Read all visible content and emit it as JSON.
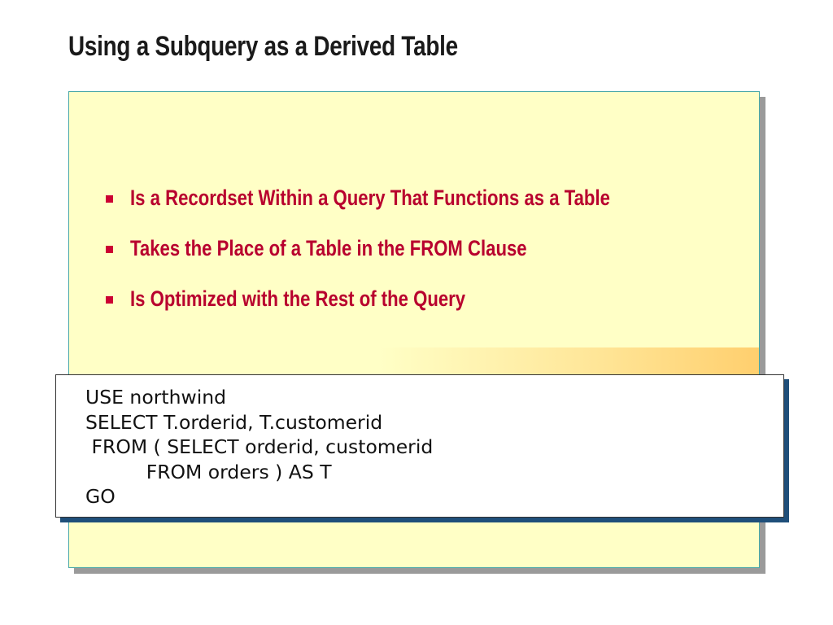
{
  "slide": {
    "title": "Using a Subquery as a Derived Table",
    "bullets": [
      "Is a Recordset Within a Query That Functions as a Table",
      "Takes the Place of a Table in the FROM Clause",
      "Is Optimized with the Rest of the Query"
    ],
    "code": [
      "USE northwind",
      "SELECT T.orderid, T.customerid",
      " FROM ( SELECT orderid, customerid",
      "          FROM orders ) AS T",
      "GO"
    ]
  },
  "colors": {
    "panel_background": "#ffffc6",
    "panel_border": "#4aa8a8",
    "bullet_text": "#b8002e",
    "bullet_marker": "#cc0033",
    "code_shadow": "#1f4f7a"
  }
}
